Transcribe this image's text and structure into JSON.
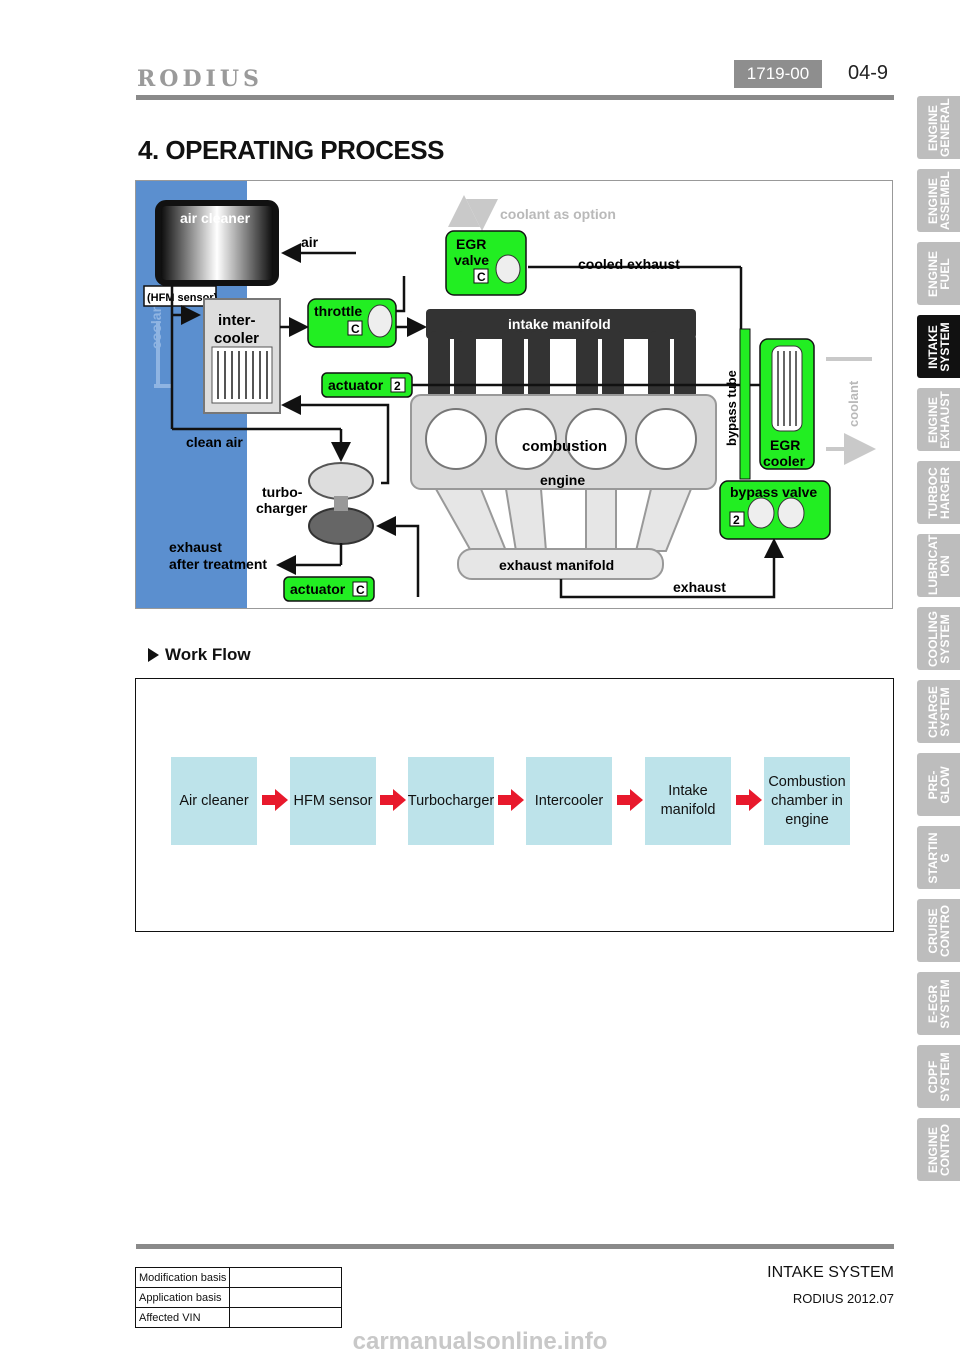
{
  "header": {
    "logo": "RODIUS",
    "section_code": "1719-00",
    "page_number": "04-9"
  },
  "title": "4. OPERATING PROCESS",
  "side_tabs": [
    {
      "label": "ENGINE\nGENERAL",
      "active": false
    },
    {
      "label": "ENGINE\nASSEMBL",
      "active": false
    },
    {
      "label": "ENGINE\nFUEL",
      "active": false
    },
    {
      "label": "INTAKE\nSYSTEM",
      "active": true
    },
    {
      "label": "ENGINE\nEXHAUST",
      "active": false
    },
    {
      "label": "TURBOC\nHARGER",
      "active": false
    },
    {
      "label": "LUBRICAT\nION",
      "active": false
    },
    {
      "label": "COOLING\nSYSTEM",
      "active": false
    },
    {
      "label": "CHARGE\nSYSTEM",
      "active": false
    },
    {
      "label": "PRE-\nGLOW",
      "active": false
    },
    {
      "label": "STARTIN\nG",
      "active": false
    },
    {
      "label": "CRUISE\nCONTRO",
      "active": false
    },
    {
      "label": "E-EGR\nSYSTEM",
      "active": false
    },
    {
      "label": "CDPF\nSYSTEM",
      "active": false
    },
    {
      "label": "ENGINE\nCONTRO",
      "active": false
    }
  ],
  "diagram": {
    "air_cleaner": "air cleaner",
    "air": "air",
    "hfm_sensor": "(HFM sensor)",
    "intercooler_1": "inter-",
    "intercooler_2": "cooler",
    "coolant_left": "coolant",
    "coolant_right": "coolant",
    "coolant_option": "coolant as option",
    "egr_valve_1": "EGR",
    "egr_valve_2": "valve",
    "egr_valve_mark": "C",
    "cooled_exhaust": "cooled exhaust",
    "throttle": "throttle",
    "throttle_mark": "C",
    "intake_manifold": "intake manifold",
    "actuator_top": "actuator",
    "actuator_top_mark": "2",
    "bypass_tube": "bypass tube",
    "egr_cooler_1": "EGR",
    "egr_cooler_2": "cooler",
    "combustion": "combustion",
    "engine": "engine",
    "clean_air": "clean air",
    "turbocharger_1": "turbo-",
    "turbocharger_2": "charger",
    "bypass_valve": "bypass valve",
    "bypass_valve_mark": "2",
    "exhaust_after_1": "exhaust",
    "exhaust_after_2": "after treatment",
    "exhaust_manifold": "exhaust manifold",
    "exhaust": "exhaust",
    "actuator_bottom": "actuator",
    "actuator_bottom_mark": "C"
  },
  "work_flow": {
    "heading": "Work Flow",
    "steps": [
      "Air cleaner",
      "HFM sensor",
      "Turbocharger",
      "Intercooler",
      "Intake\nmanifold",
      "Combustion\nchamber in\nengine"
    ]
  },
  "footer": {
    "title": "INTAKE SYSTEM",
    "subtitle": "RODIUS 2012.07",
    "meta": [
      "Modification basis",
      "Application basis",
      "Affected VIN"
    ]
  },
  "watermark": "carmanualsonline.info",
  "colors": {
    "green": "#22ee22",
    "blue": "#5b8fcf",
    "flow_box": "#bde3ea",
    "arrow_red": "#e8192c"
  }
}
